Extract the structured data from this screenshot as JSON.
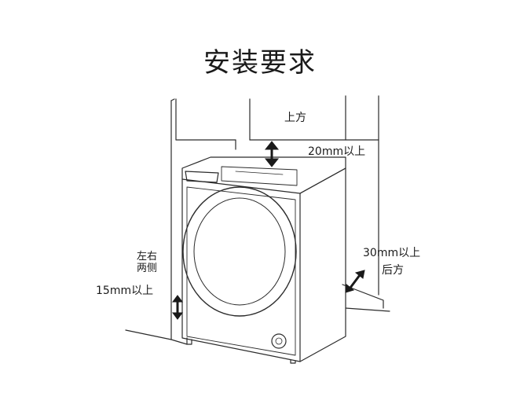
{
  "title": "安装要求",
  "labels": {
    "top": "上方",
    "top_clearance": "20mm以上",
    "side_line1": "左右",
    "side_line2": "两侧",
    "side_clearance": "15mm以上",
    "back_clearance": "30mm以上",
    "back": "后方"
  }
}
